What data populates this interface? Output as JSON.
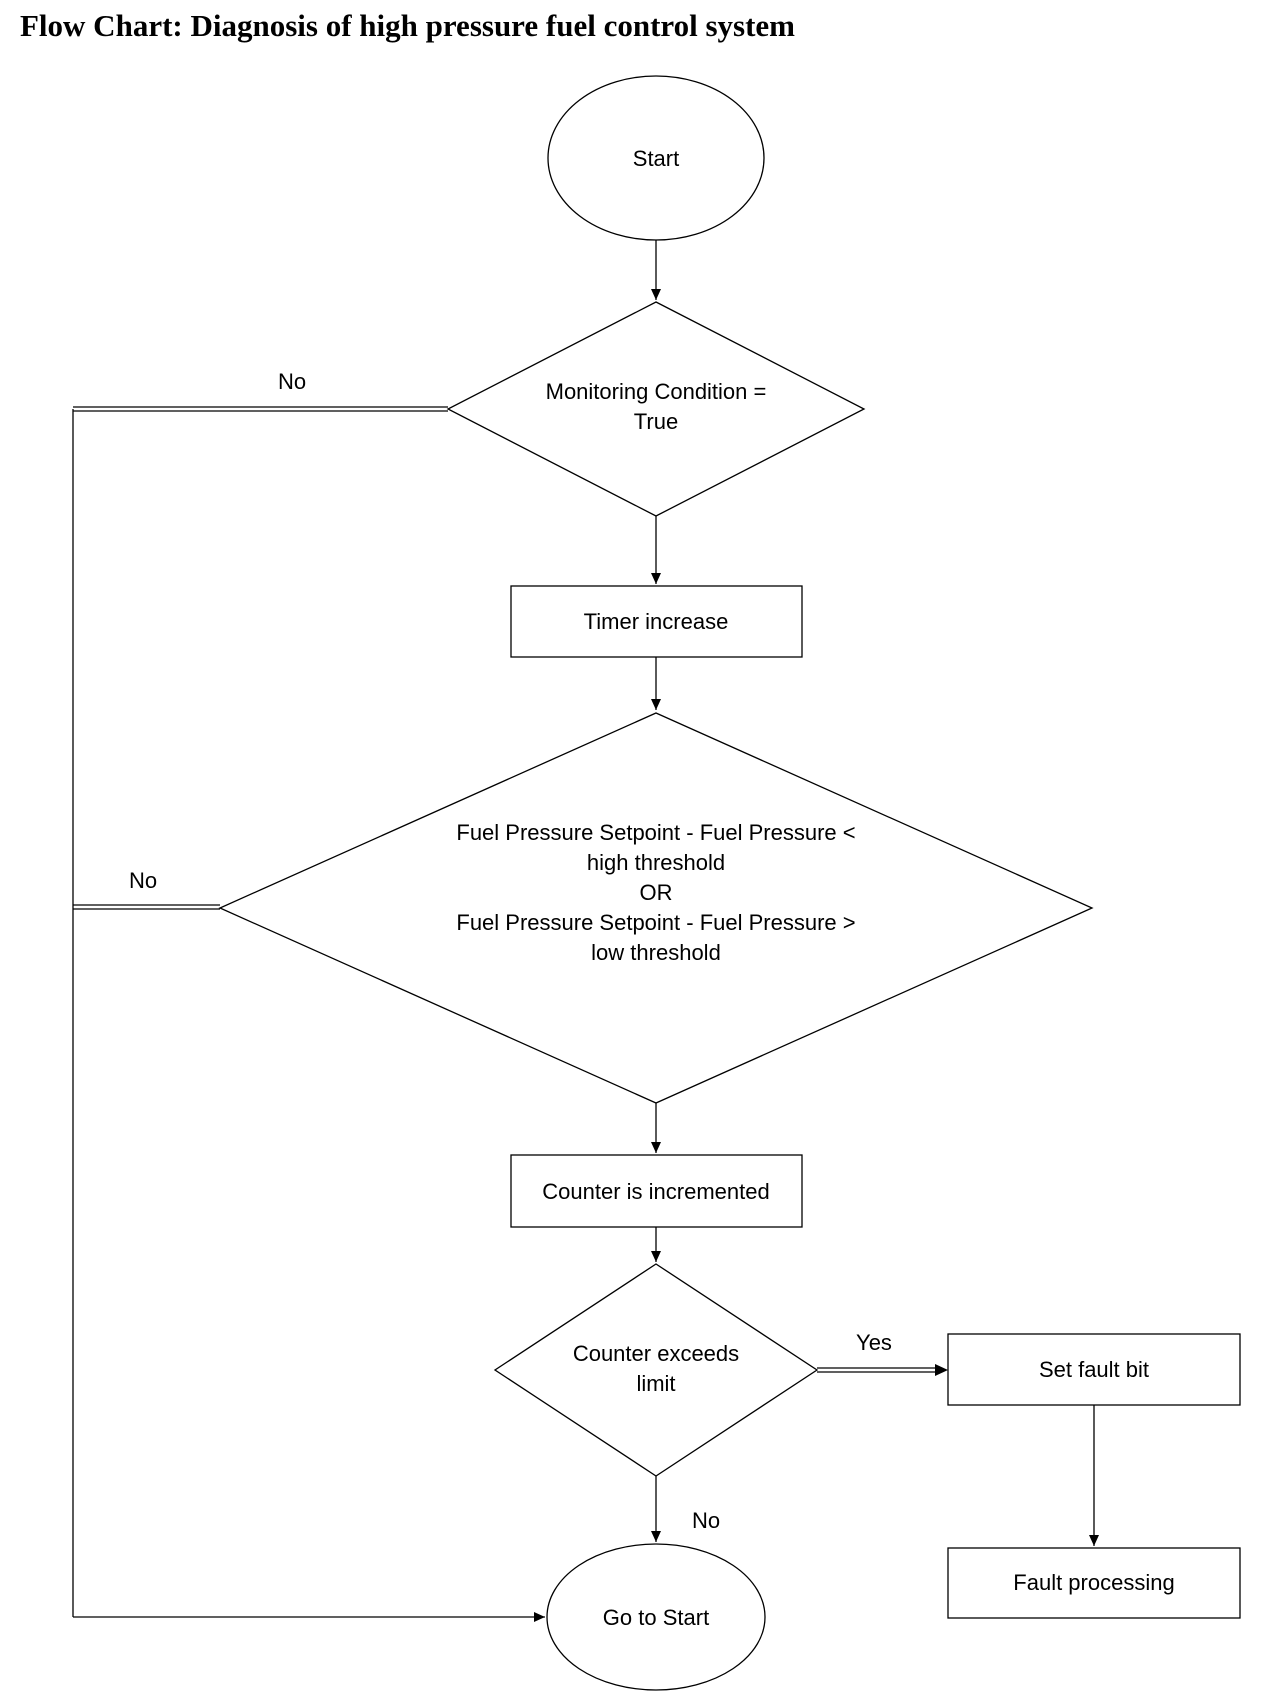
{
  "page": {
    "title": "Flow Chart: Diagnosis of high pressure fuel control system"
  },
  "nodes": {
    "start": "Start",
    "monitoring_condition": [
      "Monitoring Condition =",
      "True"
    ],
    "timer_increase": "Timer increase",
    "pressure_check": [
      "Fuel Pressure Setpoint  - Fuel Pressure <",
      "high threshold",
      "OR",
      "Fuel Pressure Setpoint  - Fuel Pressure >",
      "low threshold"
    ],
    "counter_incremented": "Counter is incremented",
    "counter_exceeds": [
      "Counter exceeds",
      "limit"
    ],
    "set_fault_bit": "Set fault bit",
    "fault_processing": "Fault processing",
    "go_to_start": "Go to Start"
  },
  "edge_labels": {
    "monitoring_no": "No",
    "pressure_no": "No",
    "counter_yes": "Yes",
    "counter_no": "No"
  }
}
